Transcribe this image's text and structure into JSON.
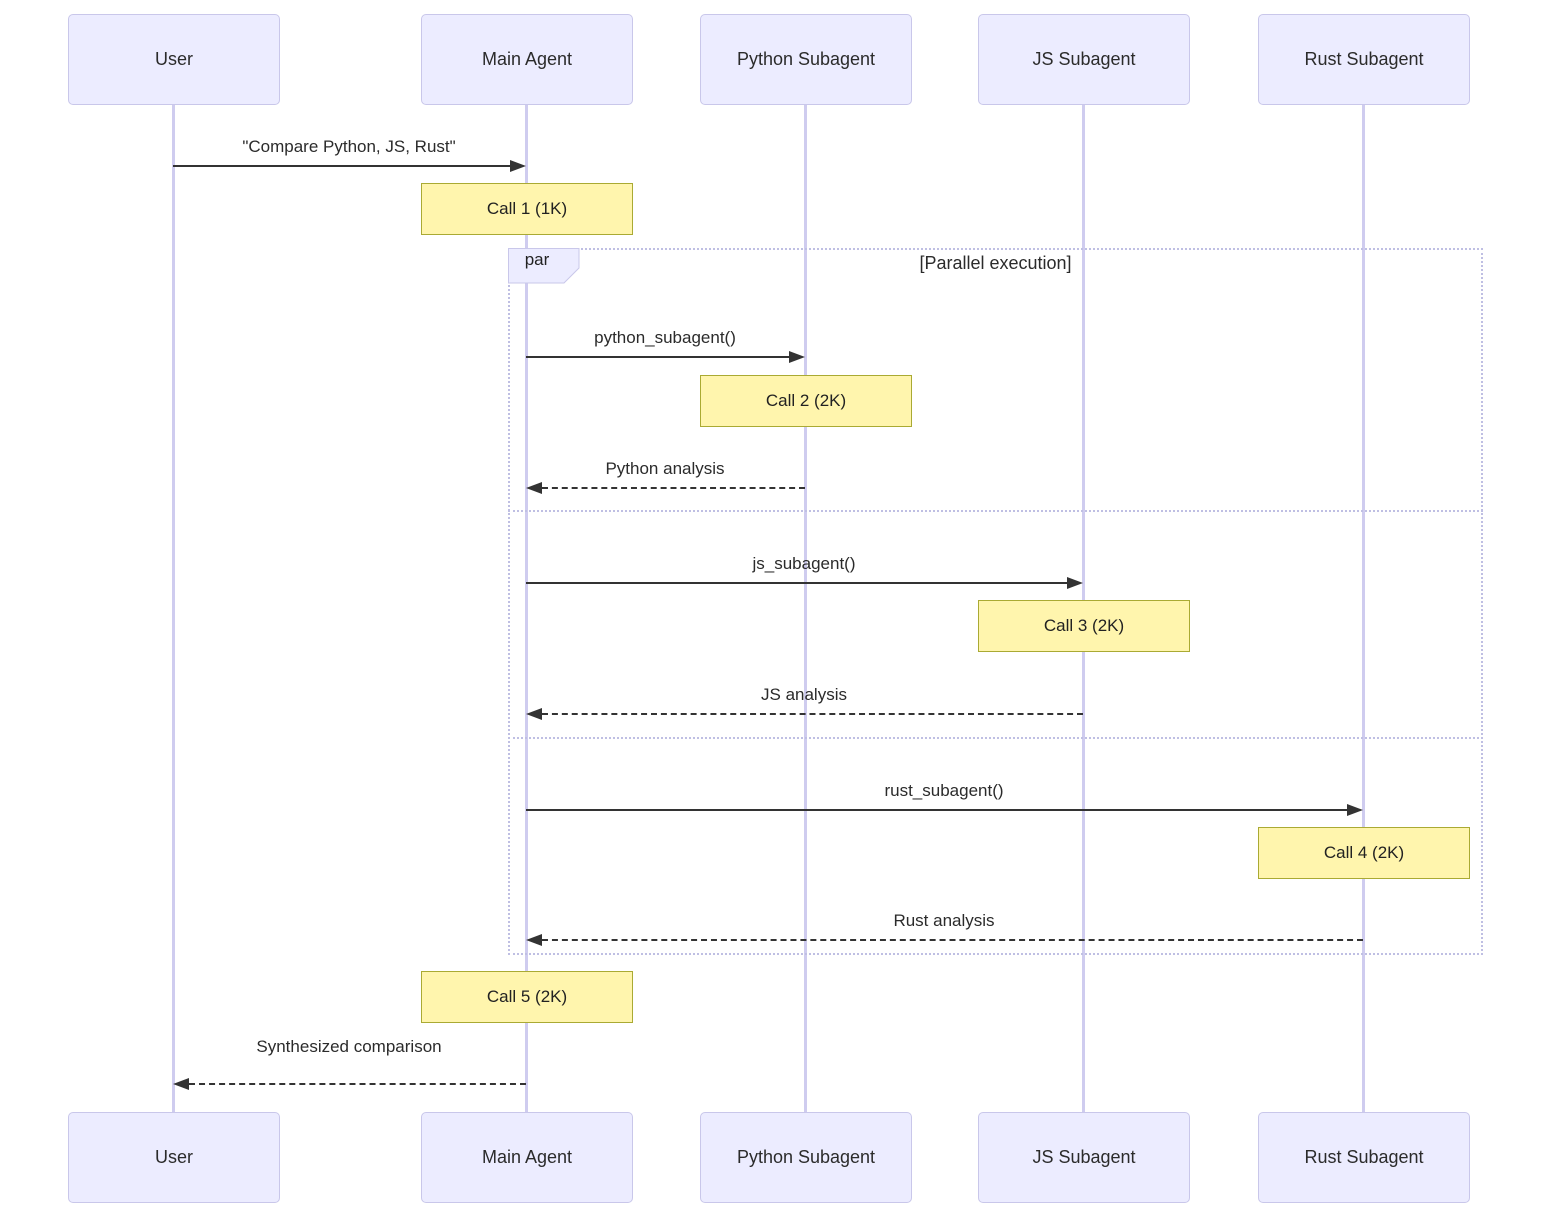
{
  "diagram": {
    "type": "sequence-diagram",
    "colors": {
      "actor_fill": "#ececff",
      "actor_border": "#c9c7ea",
      "lifeline": "#cfccef",
      "note_fill": "#fff5ad",
      "note_border": "#aaaa33",
      "arrow": "#333333",
      "text": "#2b2b2b",
      "frame_border": "#bfbfe3"
    },
    "actors": [
      {
        "name": "User"
      },
      {
        "name": "Main Agent"
      },
      {
        "name": "Python Subagent"
      },
      {
        "name": "JS Subagent"
      },
      {
        "name": "Rust Subagent"
      }
    ],
    "messages": [
      {
        "from": "User",
        "to": "Main Agent",
        "label": "\"Compare Python, JS, Rust\"",
        "style": "solid"
      },
      {
        "from": "Main Agent",
        "to": "Python Subagent",
        "label": "python_subagent()",
        "style": "solid"
      },
      {
        "from": "Python Subagent",
        "to": "Main Agent",
        "label": "Python analysis",
        "style": "dashed"
      },
      {
        "from": "Main Agent",
        "to": "JS Subagent",
        "label": "js_subagent()",
        "style": "solid"
      },
      {
        "from": "JS Subagent",
        "to": "Main Agent",
        "label": "JS analysis",
        "style": "dashed"
      },
      {
        "from": "Main Agent",
        "to": "Rust Subagent",
        "label": "rust_subagent()",
        "style": "solid"
      },
      {
        "from": "Rust Subagent",
        "to": "Main Agent",
        "label": "Rust analysis",
        "style": "dashed"
      },
      {
        "from": "Main Agent",
        "to": "User",
        "label": "Synthesized comparison",
        "style": "dashed"
      }
    ],
    "notes": [
      {
        "label": "Call 1 (1K)",
        "over": "Main Agent"
      },
      {
        "label": "Call 2 (2K)",
        "over": "Python Subagent"
      },
      {
        "label": "Call 3 (2K)",
        "over": "JS Subagent"
      },
      {
        "label": "Call 4 (2K)",
        "over": "Rust Subagent"
      },
      {
        "label": "Call 5 (2K)",
        "over": "Main Agent"
      }
    ],
    "par_block": {
      "label": "par",
      "title": "[Parallel execution]"
    }
  }
}
